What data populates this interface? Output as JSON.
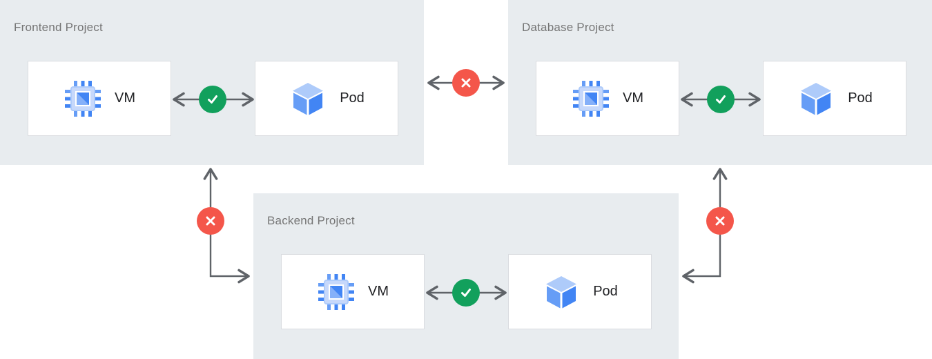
{
  "colors": {
    "panel_bg": "#e8ecef",
    "box_border": "#dadce0",
    "line": "#5f6368",
    "allowed": "#12a05c",
    "blocked": "#f4564a",
    "icon_blue": "#4285f4",
    "icon_blue_light": "#aecbfa",
    "icon_blue_medium": "#669df6",
    "title_text": "#757575",
    "label_text": "#202124"
  },
  "projects": {
    "frontend": {
      "title": "Frontend Project",
      "vm_label": "VM",
      "pod_label": "Pod",
      "vm_pod_connection": "allowed"
    },
    "database": {
      "title": "Database Project",
      "vm_label": "VM",
      "pod_label": "Pod",
      "vm_pod_connection": "allowed"
    },
    "backend": {
      "title": "Backend Project",
      "vm_label": "VM",
      "pod_label": "Pod",
      "vm_pod_connection": "allowed"
    }
  },
  "connections": [
    {
      "from": "frontend",
      "to": "database",
      "status": "blocked",
      "style": "horizontal-double-arrow"
    },
    {
      "from": "frontend",
      "to": "backend",
      "status": "blocked",
      "style": "elbow-double-arrow"
    },
    {
      "from": "database",
      "to": "backend",
      "status": "blocked",
      "style": "elbow-double-arrow"
    }
  ],
  "icons": {
    "vm": "chip-icon",
    "pod": "cube-icon",
    "allowed": "check-icon",
    "blocked": "x-icon"
  }
}
